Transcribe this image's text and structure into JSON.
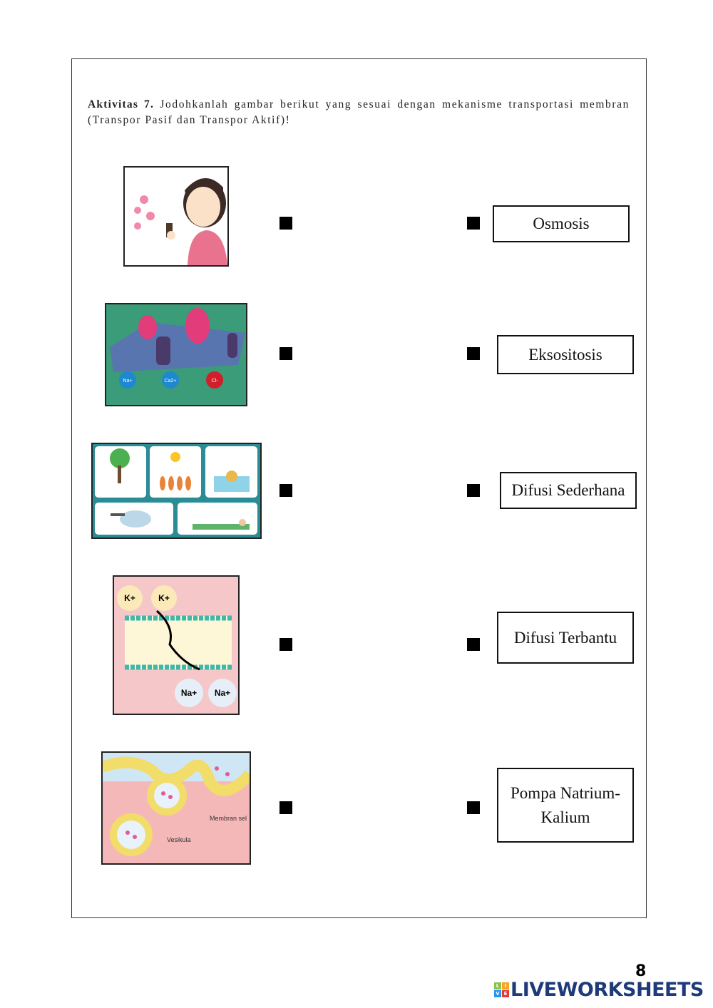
{
  "instruction": {
    "label": "Aktivitas 7.",
    "text": " Jodohkanlah gambar berikut yang sesuai dengan mekanisme transportasi membran (Transpor Pasif dan Transpor Aktif)!"
  },
  "images": {
    "ion_labels": [
      "Na+",
      "Ca2+",
      "Cl-"
    ],
    "k_label": "K+",
    "na_label": "Na+",
    "membrane_label": "Membran sel",
    "vesicle_label": "Vesikula"
  },
  "answers": [
    "Osmosis",
    "Eksositosis",
    "Difusi Sederhana",
    "Difusi Terbantu",
    "Pompa Natrium-Kalium"
  ],
  "footer": {
    "page_number": "8",
    "brand": "LIVEWORKSHEETS",
    "logo_letters": [
      "L",
      "I",
      "V",
      "E"
    ]
  },
  "colors": {
    "brand": "#1f3a7a"
  }
}
